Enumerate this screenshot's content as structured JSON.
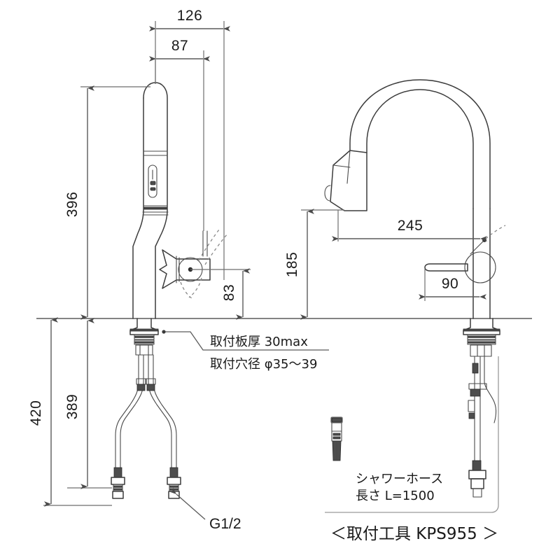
{
  "document": {
    "type": "technical-dimension-drawing",
    "subject": "kitchen pull-down faucet",
    "views": [
      "front-elevation",
      "side-elevation"
    ]
  },
  "dimensions": {
    "width_126": "126",
    "width_87": "87",
    "height_396": "396",
    "height_389": "389",
    "height_420": "420",
    "height_83": "83",
    "height_185": "185",
    "reach_245": "245",
    "handle_90": "90"
  },
  "notes": {
    "deck_thickness": "取付板厚 30max",
    "hole_diameter": "取付穴径 φ35～39",
    "thread_spec": "G1/2",
    "hose_label_line1": "シャワーホース",
    "hose_label_line2": "長さ L=1500",
    "tool_caption": "＜取付工具 KPS955 ＞"
  },
  "colors": {
    "line": "#3c3c3c",
    "dimension": "#5a5a5a",
    "extension": "#6e6e6e",
    "hidden": "#8a8a8a",
    "background": "#ffffff"
  }
}
